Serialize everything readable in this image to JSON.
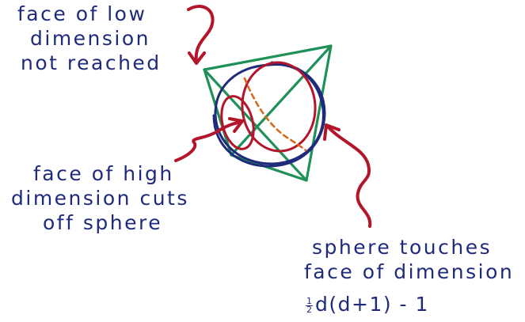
{
  "labels": {
    "low_face": [
      "face of low",
      "dimension",
      "not reached"
    ],
    "high_face": [
      "face of high",
      "dimension cuts",
      "off sphere"
    ],
    "touches": [
      "sphere touches",
      "face of dimension"
    ]
  },
  "formula": {
    "frac_num": "1",
    "frac_den": "2",
    "expression": "d(d+1) - 1"
  },
  "colors": {
    "ink": "#1f2b7a",
    "tetrahedron": "#1e9058",
    "sphere": "#1f2b7a",
    "intersection": "#b3152a",
    "dashed": "#d76a1e"
  }
}
